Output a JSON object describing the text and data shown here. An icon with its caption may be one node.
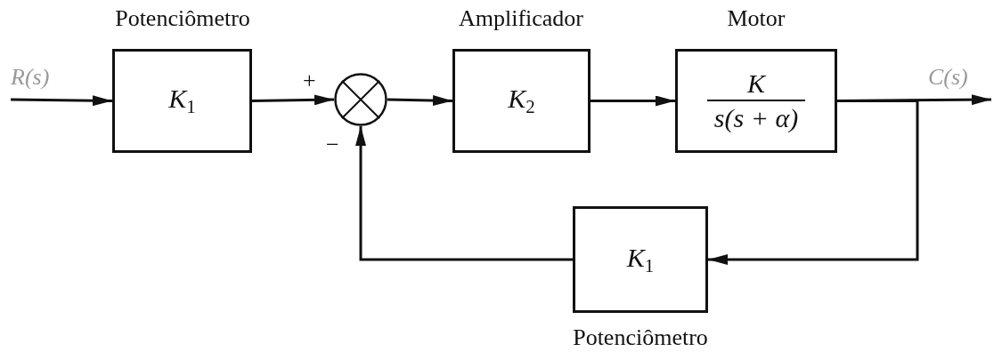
{
  "diagram": {
    "nodes": [
      {
        "text": [
          "K$_{1}$"
        ],
        "beside": [
          "Potenciômetro"
        ]
      },
      {
        "text": [],
        "shape": "circle",
        "beside": [
          "+",
          "−"
        ]
      },
      {
        "text": [
          "K$_{2}$"
        ],
        "beside": [
          "Amplificador"
        ]
      },
      {
        "text": [
          "K",
          "s(s + α)"
        ],
        "beside": [
          "Motor"
        ]
      },
      {
        "text": [
          "K$_{1}$"
        ],
        "beside": [
          "Potenciômetro"
        ]
      }
    ],
    "edges": [
      {
        "from": null,
        "to": 0,
        "arrow": "to",
        "label": "R(s)"
      },
      {
        "from": 0,
        "to": 1,
        "arrow": "to"
      },
      {
        "from": 1,
        "to": 2,
        "arrow": "to"
      },
      {
        "from": 2,
        "to": 3,
        "arrow": "to"
      },
      {
        "from": 3,
        "to": null,
        "arrow": "to",
        "label": "C(s)"
      },
      {
        "from": 3,
        "to": 4,
        "arrow": "to"
      },
      {
        "from": 4,
        "to": 1,
        "arrow": "to"
      }
    ]
  }
}
